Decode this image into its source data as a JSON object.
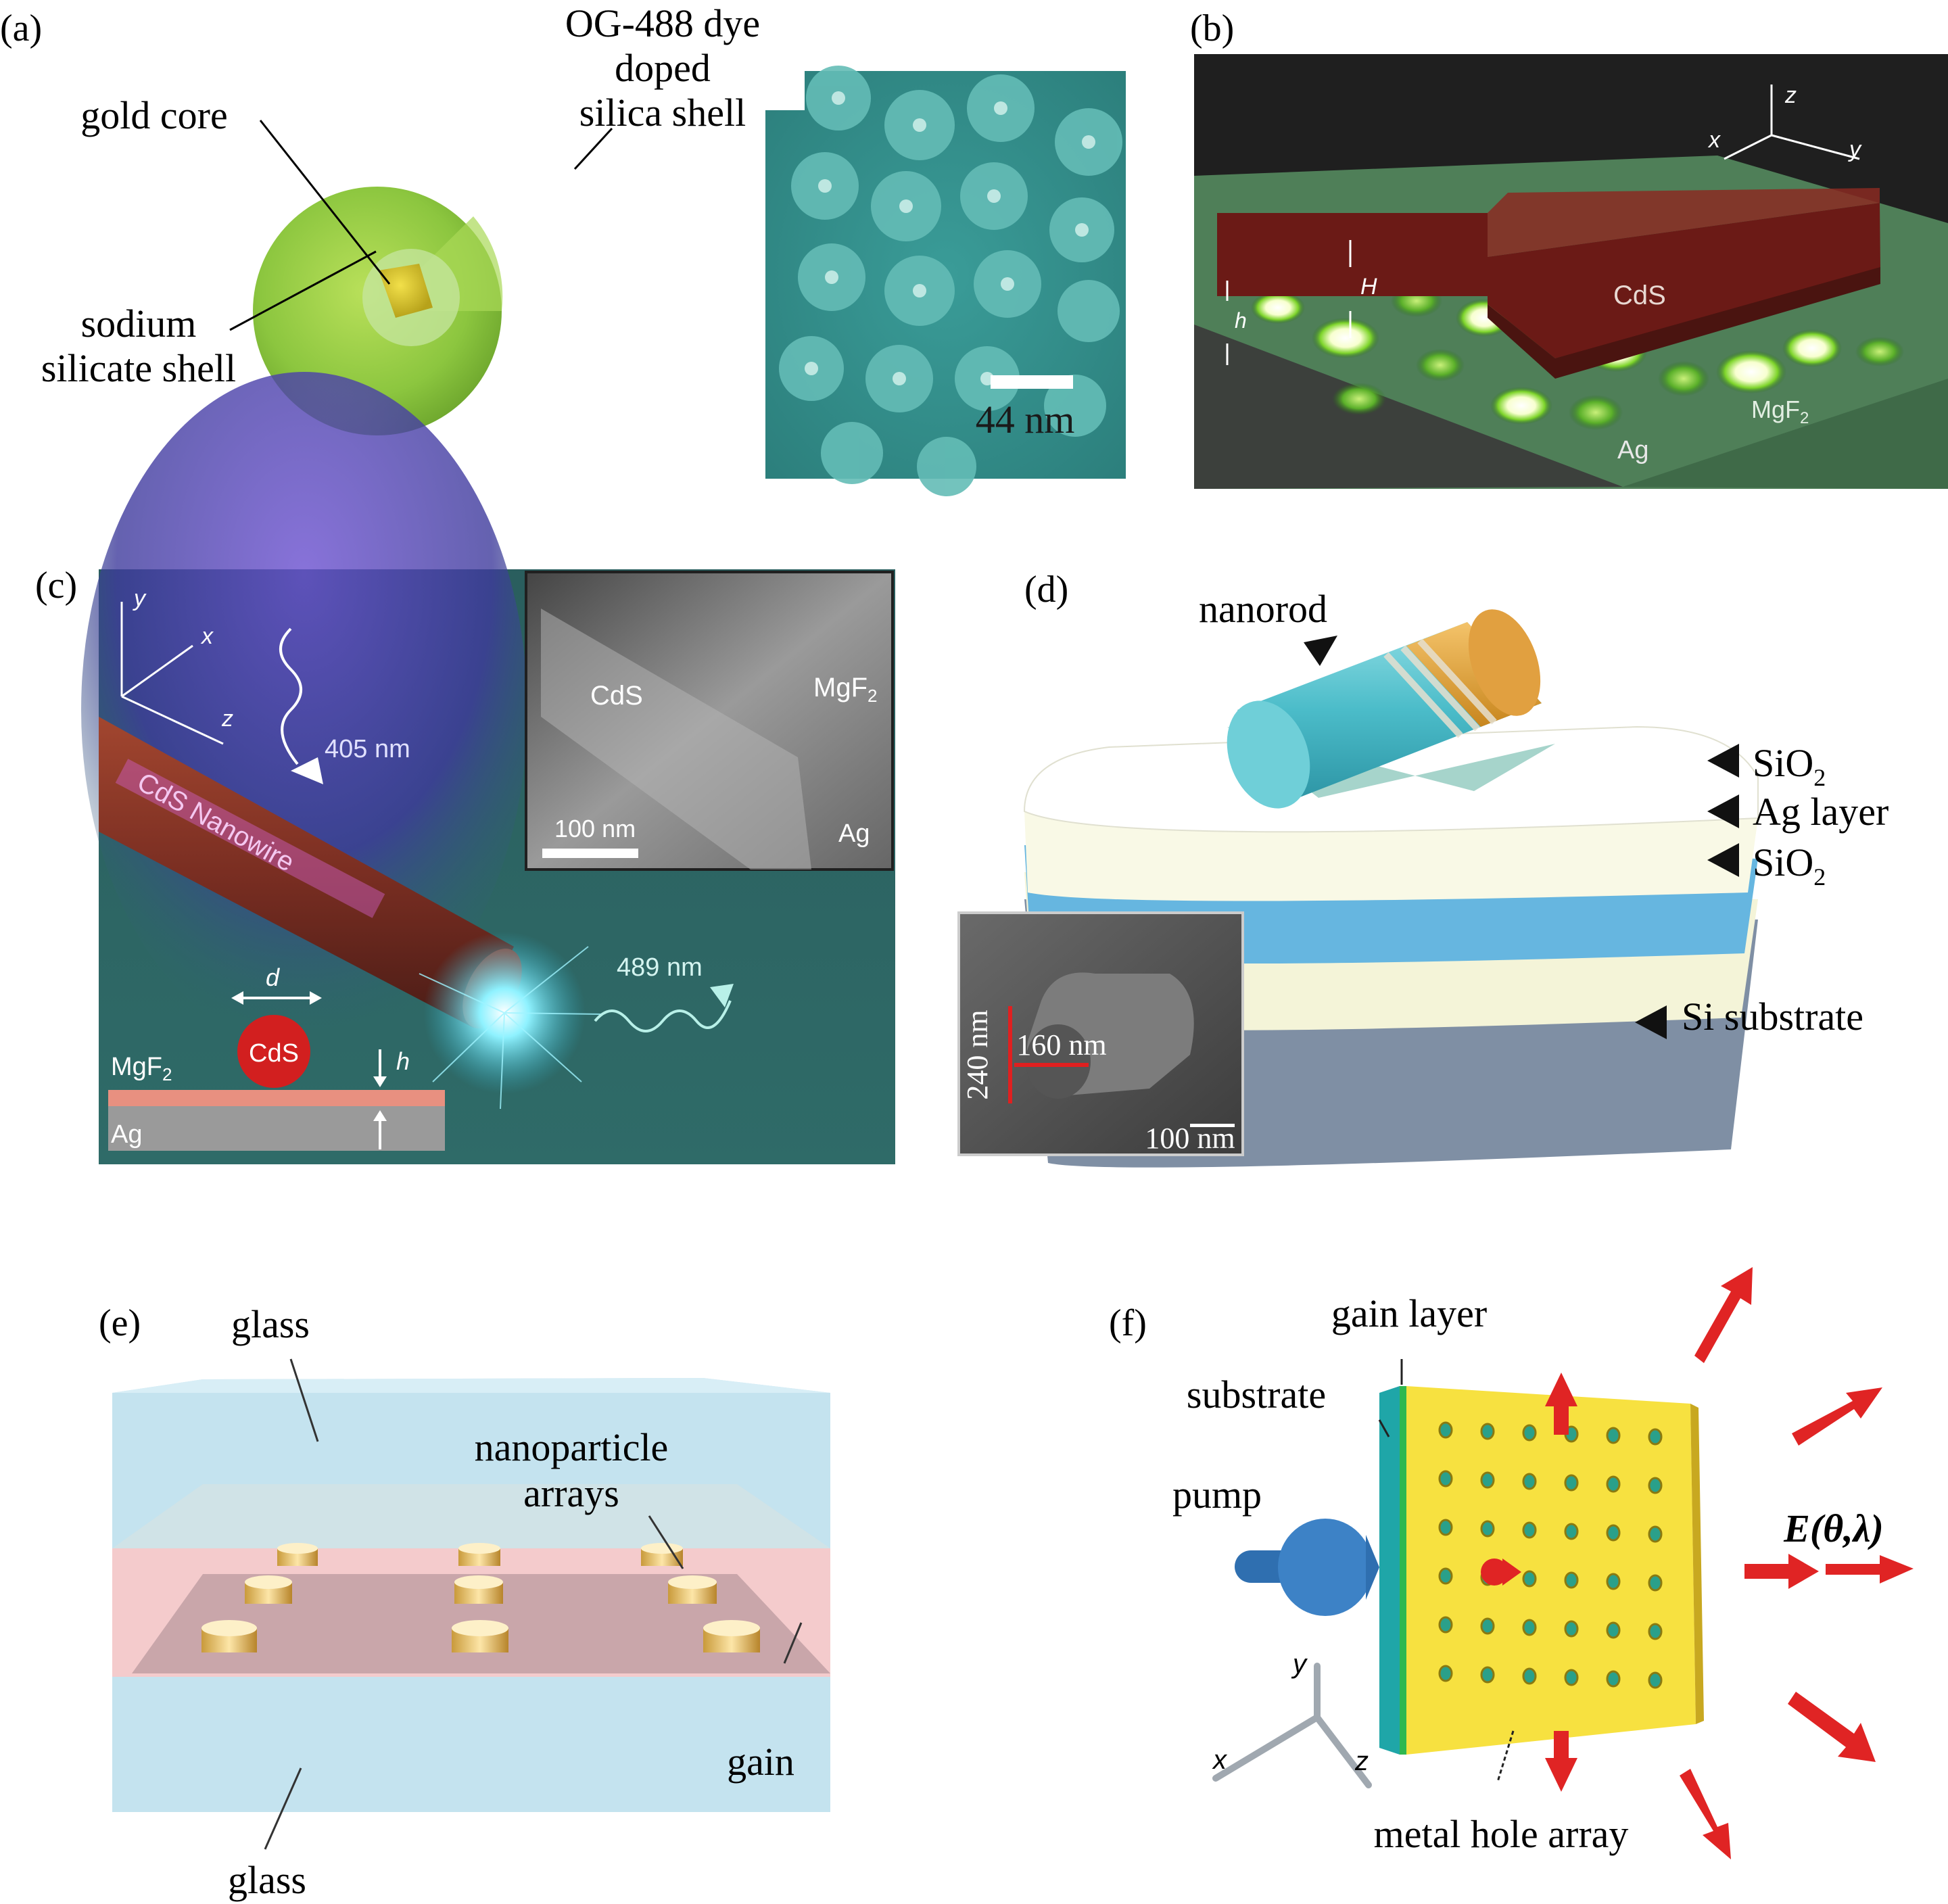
{
  "panels": {
    "a": {
      "label": "(a)",
      "shell_label_1": "OG-488 dye",
      "shell_label_2": "doped",
      "shell_label_3": "silica shell",
      "core_label": "gold core",
      "sodium_label_1": "sodium",
      "sodium_label_2": "silicate shell",
      "scale": "44 nm"
    },
    "b": {
      "label": "(b)",
      "axis_x": "x",
      "axis_y": "y",
      "axis_z": "z",
      "height_H": "H",
      "height_h": "h",
      "cds": "CdS",
      "mgf2": "MgF",
      "mgf2_sub": "2",
      "ag": "Ag"
    },
    "c": {
      "label": "(c)",
      "axis_x": "x",
      "axis_y": "y",
      "axis_z": "z",
      "pump_wavelength": "405 nm",
      "emission_wavelength": "489 nm",
      "nanowire": "CdS Nanowire",
      "inset_cds": "CdS",
      "inset_mgf2": "MgF",
      "inset_mgf2_sub": "2",
      "inset_ag": "Ag",
      "inset_scale": "100 nm",
      "d": "d",
      "cds_circle": "CdS",
      "h": "h",
      "mgf2": "MgF",
      "mgf2_sub": "2",
      "ag": "Ag"
    },
    "d": {
      "label": "(d)",
      "nanorod": "nanorod",
      "sio2_top": "SiO",
      "sio2_top_sub": "2",
      "ag_layer": "Ag layer",
      "sio2_bottom": "SiO",
      "sio2_bottom_sub": "2",
      "si_substrate": "Si substrate",
      "inset_height": "240 nm",
      "inset_width": "160 nm",
      "inset_scale": "100 nm"
    },
    "e": {
      "label": "(e)",
      "glass_top": "glass",
      "nano_1": "nanoparticle",
      "nano_2": "arrays",
      "gain": "gain",
      "glass_bottom": "glass"
    },
    "f": {
      "label": "(f)",
      "gain_layer": "gain layer",
      "substrate": "substrate",
      "pump": "pump",
      "field": "E(θ,λ)",
      "metal_hole_array": "metal hole array",
      "axis_x": "x",
      "axis_y": "y",
      "axis_z": "z"
    }
  }
}
